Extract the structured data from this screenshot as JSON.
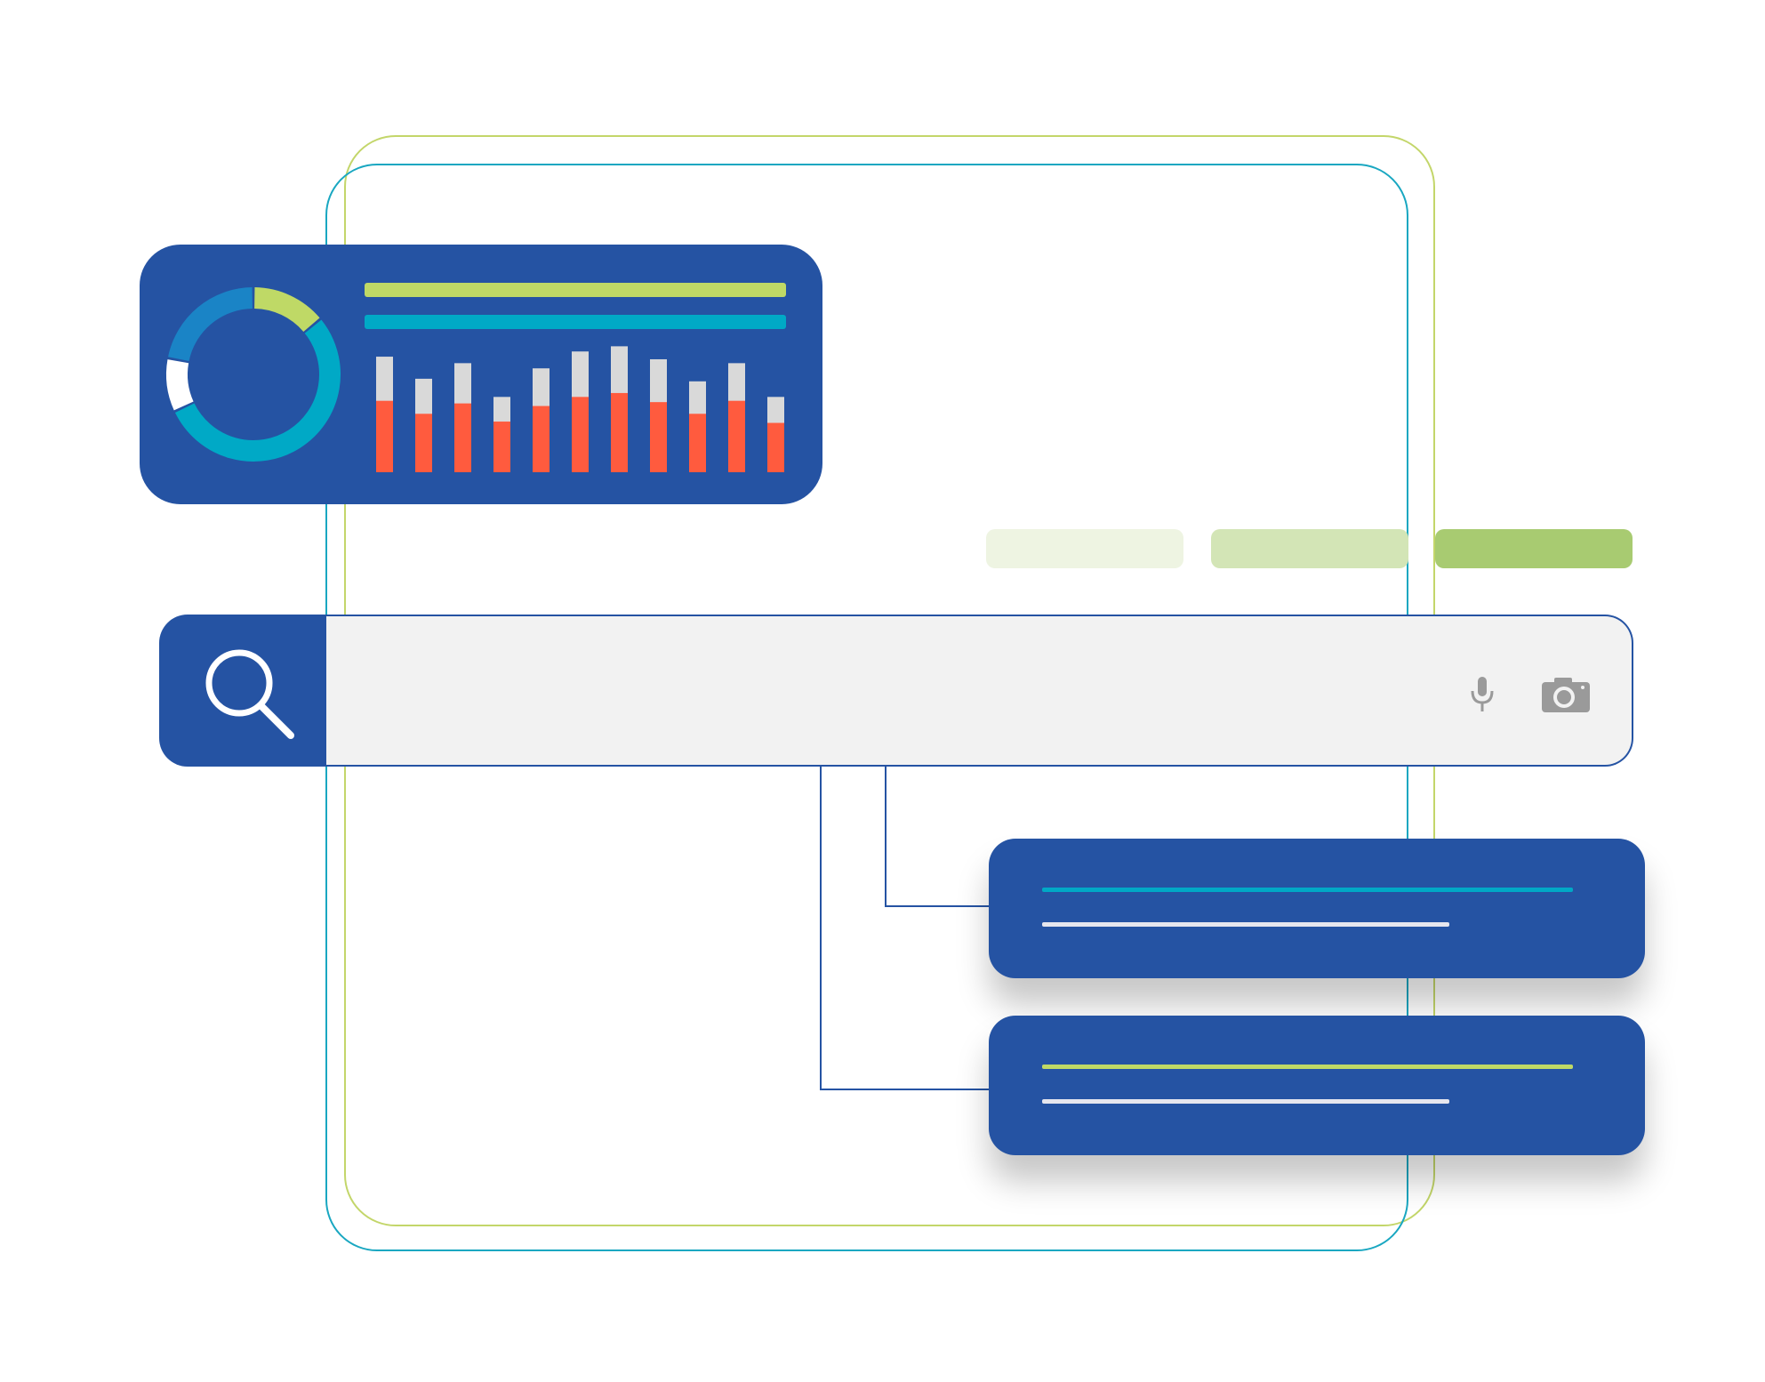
{
  "colors": {
    "primary": "#2553a3",
    "teal": "#00a9c6",
    "lime": "#bfd966",
    "red": "#ff5b3e",
    "gray_bar": "#d9d9d9",
    "pill_light": "#eef4e2",
    "pill_mid": "#d3e5b6",
    "pill_strong": "#a8cb71"
  },
  "search": {
    "placeholder": "",
    "icons": [
      "search-icon",
      "microphone-icon",
      "camera-icon"
    ]
  },
  "filters": [
    {
      "state": "inactive"
    },
    {
      "state": "partial"
    },
    {
      "state": "active"
    }
  ],
  "dashboard": {
    "donut_segments": [
      {
        "color": "#bfd966",
        "fraction": 0.14
      },
      {
        "color": "#00a9c6",
        "fraction": 0.54
      },
      {
        "color": "#ffffff",
        "fraction": 0.1
      },
      {
        "color": "#1a84c6",
        "fraction": 0.22
      }
    ],
    "bars": [
      {
        "total": 0.89,
        "filled": 0.55
      },
      {
        "total": 0.72,
        "filled": 0.45
      },
      {
        "total": 0.84,
        "filled": 0.53
      },
      {
        "total": 0.58,
        "filled": 0.39
      },
      {
        "total": 0.8,
        "filled": 0.51
      },
      {
        "total": 0.93,
        "filled": 0.58
      },
      {
        "total": 0.97,
        "filled": 0.61
      },
      {
        "total": 0.87,
        "filled": 0.54
      },
      {
        "total": 0.7,
        "filled": 0.45
      },
      {
        "total": 0.84,
        "filled": 0.55
      },
      {
        "total": 0.58,
        "filled": 0.38
      }
    ]
  },
  "results": [
    {
      "accent": "#00a9c6"
    },
    {
      "accent": "#bfd966"
    }
  ]
}
